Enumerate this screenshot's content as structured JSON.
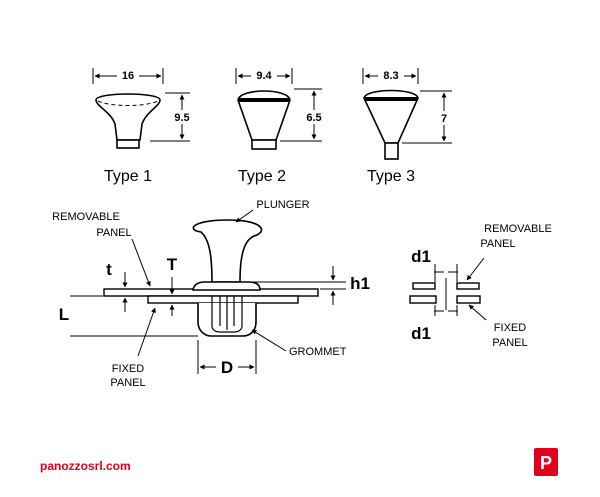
{
  "types": [
    {
      "caption": "Type 1",
      "width": "16",
      "height": "9.5"
    },
    {
      "caption": "Type 2",
      "width": "9.4",
      "height": "6.5"
    },
    {
      "caption": "Type 3",
      "width": "8.3",
      "height": "7"
    }
  ],
  "assembly": {
    "removable_panel": [
      "REMOVABLE",
      "PANEL"
    ],
    "fixed_panel": [
      "FIXED",
      "PANEL"
    ],
    "plunger": "PLUNGER",
    "grommet": "GROMMET",
    "t": "t",
    "T": "T",
    "h1": "h1",
    "L": "L",
    "D": "D"
  },
  "detail": {
    "removable_panel": [
      "REMOVABLE",
      "PANEL"
    ],
    "fixed_panel": [
      "FIXED",
      "PANEL"
    ],
    "d1_top": "d1",
    "d1_bottom": "d1"
  },
  "footer": {
    "url": "panozzosrl.com",
    "logo_letter": "P",
    "brand_color": "#e0001b"
  }
}
